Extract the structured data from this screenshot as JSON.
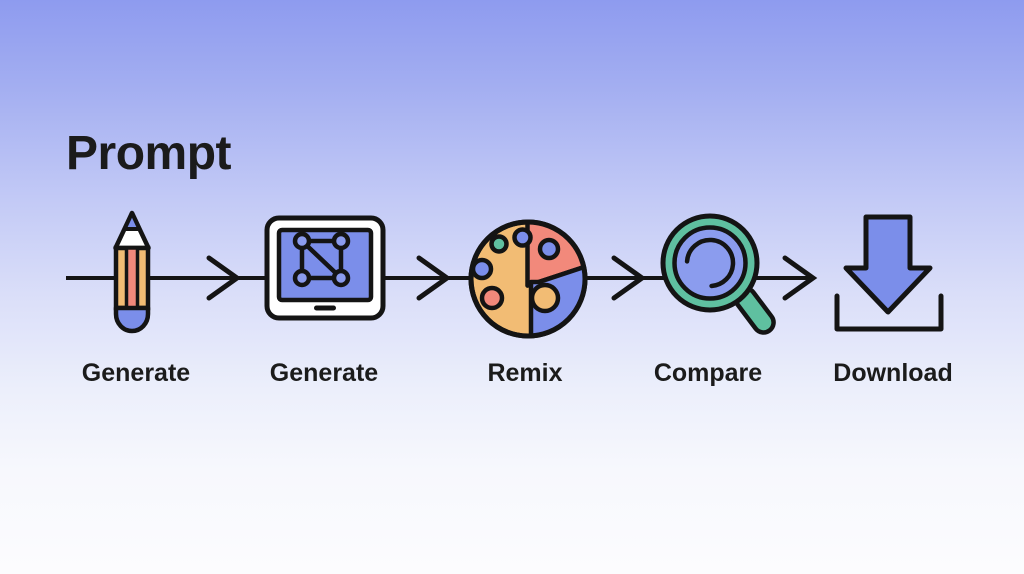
{
  "title": "Prompt",
  "steps": [
    {
      "label": "Generate",
      "icon": "pencil-icon"
    },
    {
      "label": "Generate",
      "icon": "monitor-icon"
    },
    {
      "label": "Remix",
      "icon": "palette-icon"
    },
    {
      "label": "Compare",
      "icon": "magnifier-icon"
    },
    {
      "label": "Download",
      "icon": "download-icon"
    }
  ],
  "flow": {
    "direction": "left-to-right",
    "arrow_count": 4
  },
  "colors": {
    "ink": "#141414",
    "text": "#1b1b1b",
    "white": "#ffffff",
    "orange": "#F2BC74",
    "salmon": "#F2897B",
    "blue": "#7B8EEA",
    "blue_light": "#8B9CEE",
    "teal": "#5FC0A0",
    "bg_top": "#8E9BEF",
    "bg_mid": "#DBDFF9",
    "bg_bottom": "#FCFCFE"
  }
}
